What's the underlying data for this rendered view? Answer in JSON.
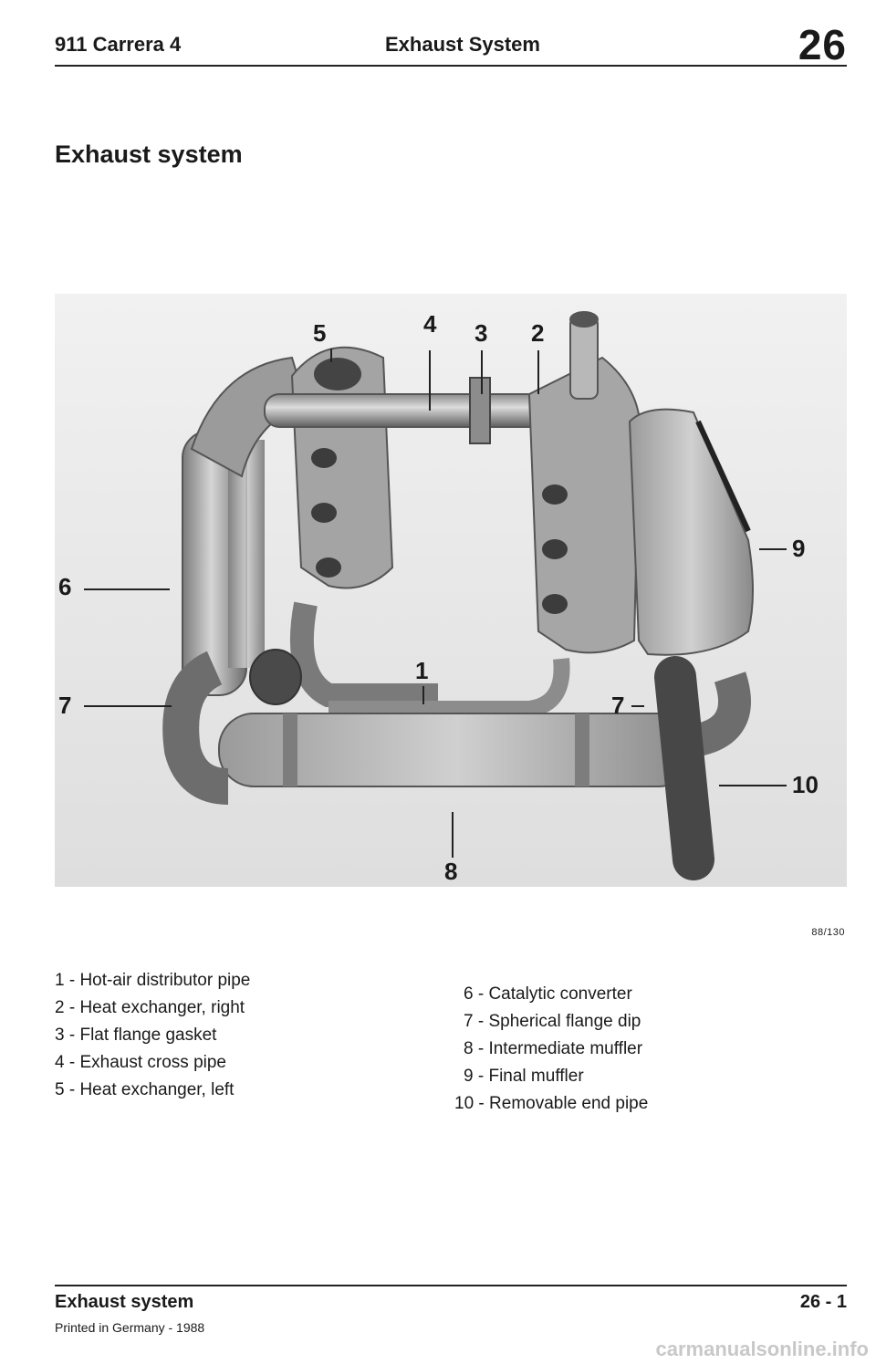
{
  "header": {
    "model": "911 Carrera 4",
    "section_title": "Exhaust System",
    "section_number": "26"
  },
  "title": "Exhaust system",
  "figure": {
    "reference": "88/130",
    "callouts": [
      "5",
      "4",
      "3",
      "2",
      "9",
      "6",
      "1",
      "7",
      "7",
      "10",
      "8"
    ]
  },
  "legend": {
    "left": [
      {
        "num": "1",
        "text": " - Hot-air distributor pipe"
      },
      {
        "num": "2",
        "text": " - Heat exchanger, right"
      },
      {
        "num": "3",
        "text": " - Flat flange gasket"
      },
      {
        "num": "4",
        "text": " - Exhaust cross pipe"
      },
      {
        "num": "5",
        "text": " - Heat exchanger, left"
      }
    ],
    "right": [
      {
        "num": "6",
        "text": " - Catalytic converter"
      },
      {
        "num": "7",
        "text": " - Spherical flange dip"
      },
      {
        "num": "8",
        "text": " - Intermediate muffler"
      },
      {
        "num": "9",
        "text": " - Final muffler"
      },
      {
        "num": "10",
        "text": " - Removable end pipe"
      }
    ]
  },
  "footer": {
    "section": "Exhaust system",
    "page": "26 - 1",
    "printed": "Printed in Germany - 1988",
    "watermark": "carmanualsonline.info"
  }
}
